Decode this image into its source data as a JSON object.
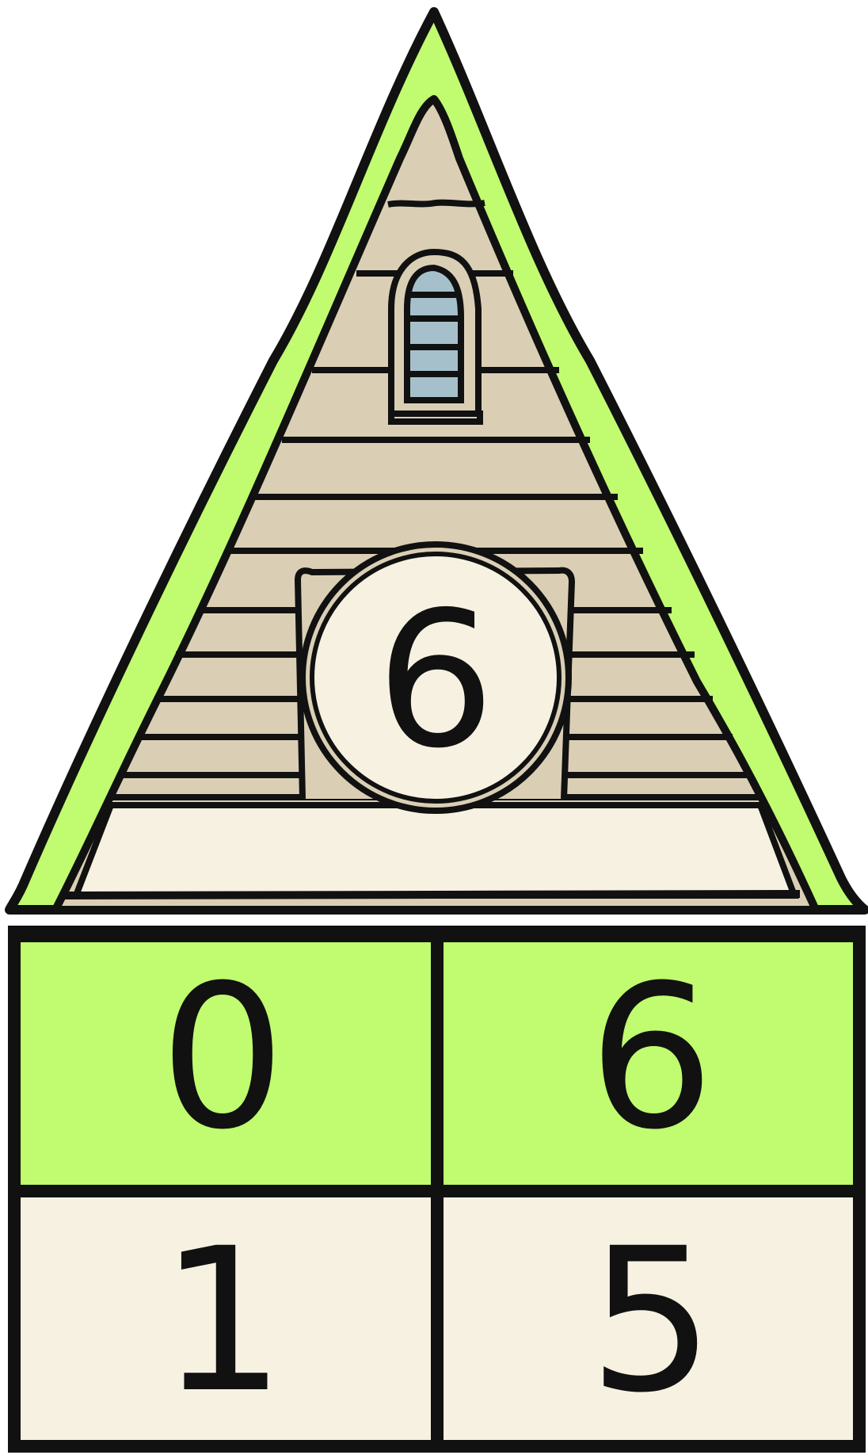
{
  "target": {
    "number": "6"
  },
  "pairs": {
    "top": {
      "left": "0",
      "right": "6"
    },
    "bottom": {
      "left": "1",
      "right": "5"
    }
  },
  "colors": {
    "outline": "#111111",
    "roof_green": "#c0fb70",
    "siding": "#dacfb5",
    "cream": "#f6f1e1",
    "window_glass": "#a5c0cb"
  }
}
